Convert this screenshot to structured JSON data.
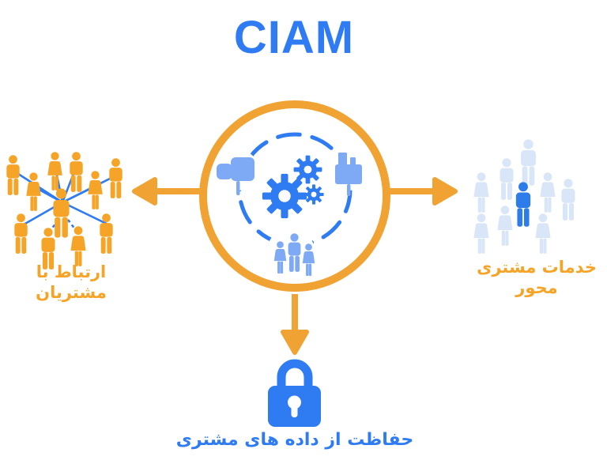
{
  "title": "CIAM",
  "colors": {
    "blue_accent": "#2e7bf2",
    "title_blue": "#2e7bf3",
    "orange_accent": "#f0a232",
    "people_orange": "#f5a428",
    "icon_light_blue": "#7ea9f5",
    "crowd_pale_blue": "#d9e6f8",
    "crowd_highlight_blue": "#2e7bea"
  },
  "center_hub": {
    "icons": [
      {
        "name": "truck-icon"
      },
      {
        "name": "factory-icon"
      },
      {
        "name": "gears-icon"
      },
      {
        "name": "team-icon"
      }
    ]
  },
  "branches": {
    "left": {
      "label": "ارتباط با مشتریان",
      "label_color": "#f5a428"
    },
    "right": {
      "label": "خدمات مشتری محور",
      "label_color": "#f5a428"
    },
    "bottom": {
      "label": "حفاظت از داده های مشتری",
      "label_color": "#2e7bf2"
    }
  }
}
